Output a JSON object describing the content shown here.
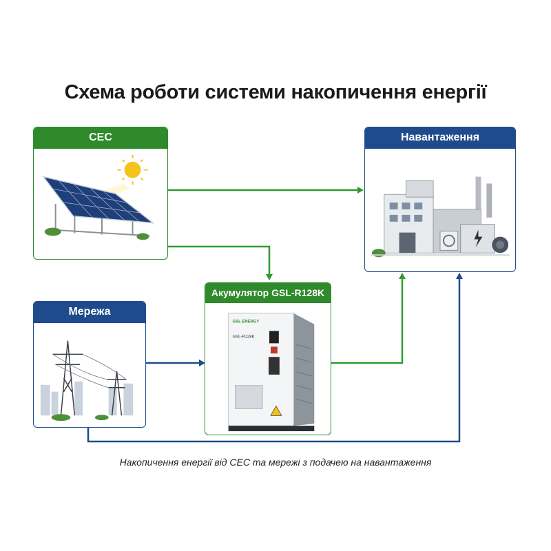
{
  "title": "Схема роботи системи накопичення енергії",
  "nodes": {
    "solar": {
      "label": "СЕС"
    },
    "load": {
      "label": "Навантаження"
    },
    "battery": {
      "label": "Акумулятор GSL-R128K",
      "brand": "GSL ENERGY",
      "model": "GSL-R128K"
    },
    "grid": {
      "label": "Мережа"
    }
  },
  "caption": "Накопичення енергії від СЕС та мережі  з подачею на навантаження",
  "colors": {
    "green": "#2f8a2c",
    "blue": "#1f4b8c",
    "solar_flow": "#2f9a2f",
    "grid_flow": "#1f4b8c"
  }
}
